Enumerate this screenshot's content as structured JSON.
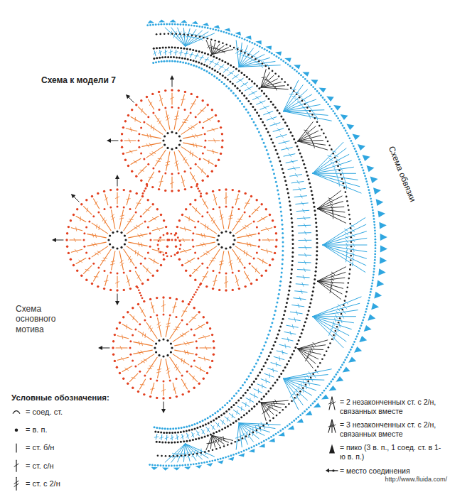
{
  "diagram": {
    "title": "Схема к модели 7",
    "labels": [
      "Схема обвязки",
      "Схема основного мотива",
      "Условные обозначения:",
      "http://www.fluida.com/"
    ],
    "legend": [
      {
        "text": "= соед. ст."
      },
      {
        "text": "= в. п."
      },
      {
        "text": "= ст. б/н"
      },
      {
        "text": "= ст. с/н"
      },
      {
        "text": "= ст. с 2/н"
      },
      {
        "text": "= 2 незаконченных ст. с 2/н, связанных вместе"
      },
      {
        "text": "= 3 незаконченных ст. с 2/н, связанных вместе"
      },
      {
        "text": "= пико (3 в. п., 1 соед. ст. в 1-ю в. п.)"
      },
      {
        "text": "= место соединения"
      }
    ]
  }
}
